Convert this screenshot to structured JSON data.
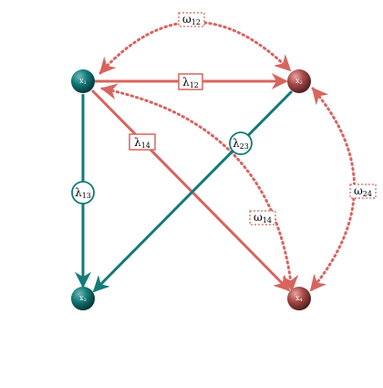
{
  "colors": {
    "teal": "#127a78",
    "red": "#d7645f",
    "teal_node": "#0f5f5d",
    "red_node": "#a84a49"
  },
  "nodes": {
    "x1": {
      "base": "x",
      "sub": "1"
    },
    "x2": {
      "base": "x",
      "sub": "2"
    },
    "x3": {
      "base": "x",
      "sub": "3"
    },
    "x4": {
      "base": "x",
      "sub": "4"
    }
  },
  "edges": {
    "lambda12": {
      "base": "λ",
      "sub": "12"
    },
    "lambda13": {
      "base": "λ",
      "sub": "13"
    },
    "lambda14": {
      "base": "λ",
      "sub": "14"
    },
    "lambda23": {
      "base": "λ",
      "sub": "23"
    },
    "omega12": {
      "base": "ω",
      "sub": "12"
    },
    "omega14": {
      "base": "ω",
      "sub": "14"
    },
    "omega24": {
      "base": "ω",
      "sub": "24"
    }
  }
}
